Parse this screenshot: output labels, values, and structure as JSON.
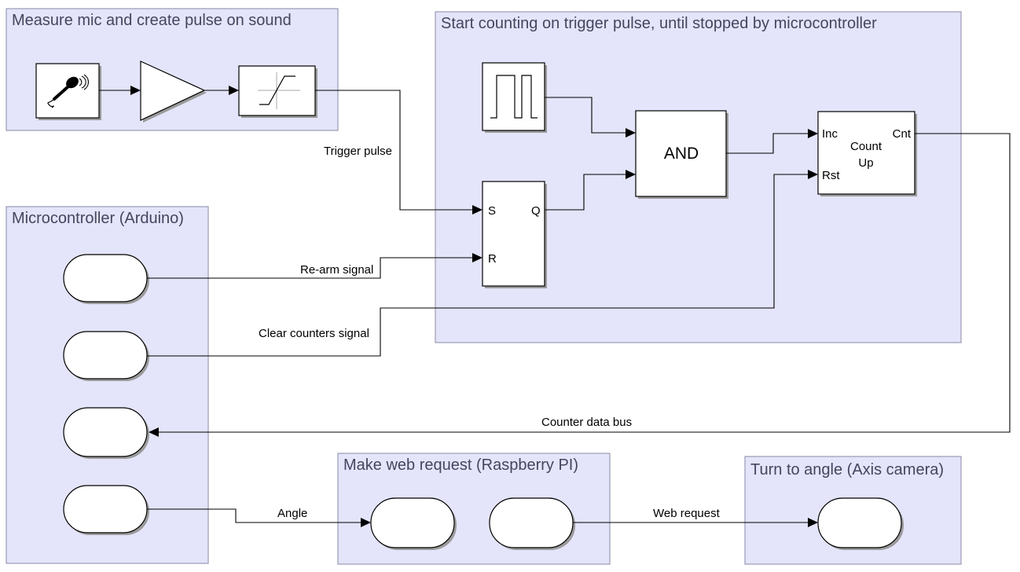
{
  "areas": {
    "measure": {
      "title": "Measure mic and create pulse on sound"
    },
    "counting": {
      "title": "Start counting on trigger pulse, until stopped by microcontroller"
    },
    "micro": {
      "title": "Microcontroller (Arduino)"
    },
    "web": {
      "title": "Make web request (Raspberry PI)"
    },
    "turn": {
      "title": "Turn to angle (Axis camera)"
    }
  },
  "blocks": {
    "and_label": "AND",
    "flipflop": {
      "s": "S",
      "r": "R",
      "q": "Q"
    },
    "counter": {
      "inc": "Inc",
      "rst": "Rst",
      "cnt": "Cnt",
      "line1": "Count",
      "line2": "Up"
    }
  },
  "signals": {
    "trigger": "Trigger pulse",
    "rearm": "Re-arm signal",
    "clear": "Clear counters signal",
    "bus": "Counter data bus",
    "angle": "Angle",
    "web": "Web request"
  },
  "icons": {
    "mic": "microphone-icon",
    "amp": "amplifier-triangle-icon",
    "sat": "saturation-icon",
    "pulse": "pulse-generator-icon"
  },
  "colors": {
    "area_fill": "#e4e4fa",
    "area_border": "#9a9ab4",
    "area_title": "#454560"
  }
}
